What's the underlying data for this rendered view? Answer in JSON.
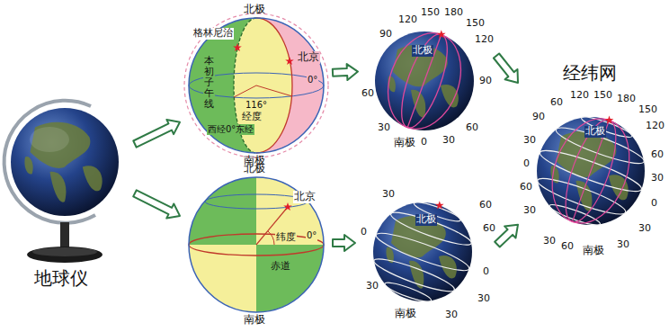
{
  "diagram": {
    "nodes": [
      {
        "text": [
          "地球仪"
        ]
      },
      {
        "text": [
          "北极",
          "格林尼治",
          "北京",
          "本初子午线",
          "116°",
          "经度",
          "0°",
          "西经0°东经",
          "南极"
        ]
      },
      {
        "text": [
          "90",
          "120",
          "150",
          "180",
          "150",
          "120",
          "北极",
          "60",
          "90",
          "30",
          "0",
          "30",
          "60",
          "南极"
        ]
      },
      {
        "text": [
          "北极",
          "北京",
          "纬度",
          "0°",
          "赤道",
          "南极"
        ]
      },
      {
        "text": [
          "北极",
          "30",
          "0",
          "60",
          "60",
          "30",
          "0",
          "30",
          "30",
          "南极"
        ]
      },
      {
        "text": [
          "经纬网",
          "60",
          "90",
          "120",
          "150",
          "180",
          "150",
          "120",
          "北极",
          "30",
          "0",
          "60",
          "30",
          "60",
          "30",
          "0",
          "30",
          "60",
          "30",
          "30",
          "南极"
        ]
      }
    ],
    "edges": [
      {
        "from": 0,
        "to": 1,
        "arrow": "to"
      },
      {
        "from": 0,
        "to": 3,
        "arrow": "to"
      },
      {
        "from": 1,
        "to": 2,
        "arrow": "to"
      },
      {
        "from": 3,
        "to": 4,
        "arrow": "to"
      },
      {
        "from": 2,
        "to": 5,
        "arrow": "to"
      },
      {
        "from": 4,
        "to": 5,
        "arrow": "to"
      }
    ]
  }
}
